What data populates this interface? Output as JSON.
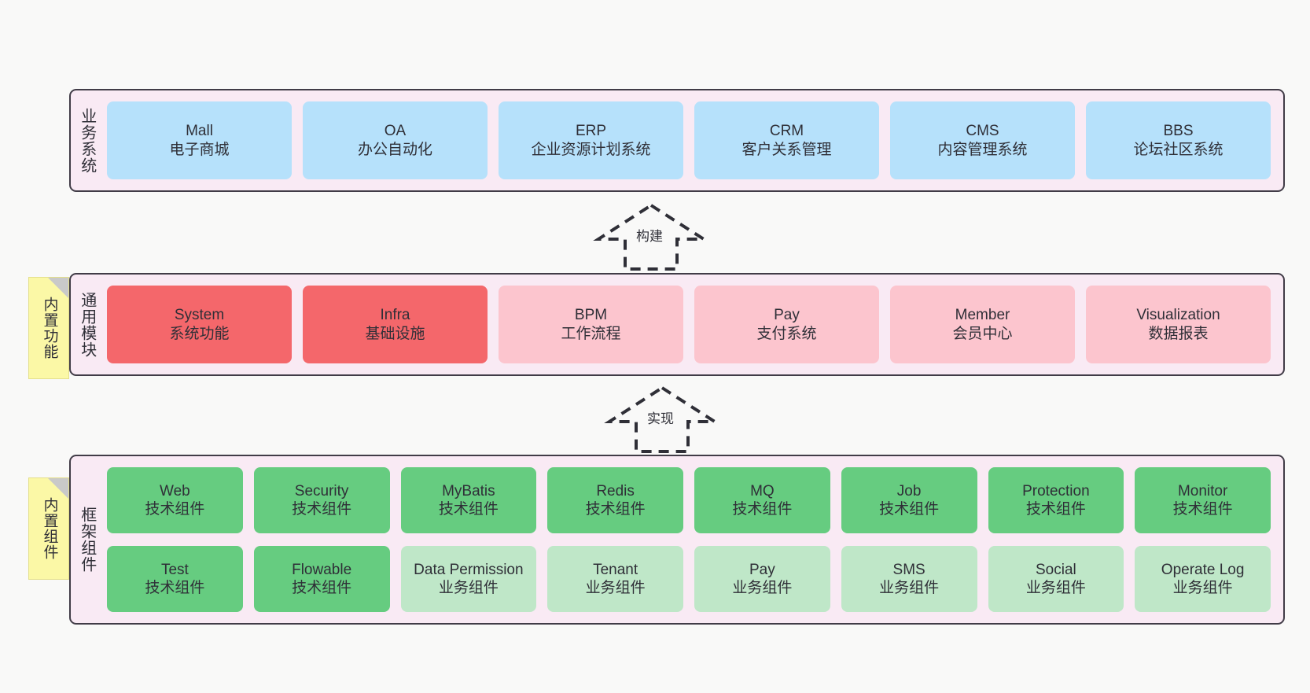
{
  "diagram": {
    "background_color": "#f9f9f8",
    "panel_background": "#f9eaf4",
    "panel_border": "#413c47"
  },
  "layers": [
    {
      "id": "business-system",
      "title": "业务系统",
      "rows": [
        [
          {
            "title": "Mall",
            "sub": "电子商城",
            "color": "#b6e1fb",
            "style": "c-blue"
          },
          {
            "title": "OA",
            "sub": "办公自动化",
            "color": "#b6e1fb",
            "style": "c-blue"
          },
          {
            "title": "ERP",
            "sub": "企业资源计划系统",
            "color": "#b6e1fb",
            "style": "c-blue"
          },
          {
            "title": "CRM",
            "sub": "客户关系管理",
            "color": "#b6e1fb",
            "style": "c-blue"
          },
          {
            "title": "CMS",
            "sub": "内容管理系统",
            "color": "#b6e1fb",
            "style": "c-blue"
          },
          {
            "title": "BBS",
            "sub": "论坛社区系统",
            "color": "#b6e1fb",
            "style": "c-blue"
          }
        ]
      ]
    },
    {
      "id": "common-module",
      "title": "通用模块",
      "note": "内置功能",
      "rows": [
        [
          {
            "title": "System",
            "sub": "系统功能",
            "color": "#f4676b",
            "style": "c-red"
          },
          {
            "title": "Infra",
            "sub": "基础设施",
            "color": "#f4676b",
            "style": "c-red"
          },
          {
            "title": "BPM",
            "sub": "工作流程",
            "color": "#fcc5ce",
            "style": "c-pink"
          },
          {
            "title": "Pay",
            "sub": "支付系统",
            "color": "#fcc5ce",
            "style": "c-pink"
          },
          {
            "title": "Member",
            "sub": "会员中心",
            "color": "#fcc5ce",
            "style": "c-pink"
          },
          {
            "title": "Visualization",
            "sub": "数据报表",
            "color": "#fcc5ce",
            "style": "c-pink"
          }
        ]
      ]
    },
    {
      "id": "framework-component",
      "title": "框架组件",
      "note": "内置组件",
      "rows": [
        [
          {
            "title": "Web",
            "sub": "技术组件",
            "color": "#66cc80",
            "style": "c-green"
          },
          {
            "title": "Security",
            "sub": "技术组件",
            "color": "#66cc80",
            "style": "c-green"
          },
          {
            "title": "MyBatis",
            "sub": "技术组件",
            "color": "#66cc80",
            "style": "c-green"
          },
          {
            "title": "Redis",
            "sub": "技术组件",
            "color": "#66cc80",
            "style": "c-green"
          },
          {
            "title": "MQ",
            "sub": "技术组件",
            "color": "#66cc80",
            "style": "c-green"
          },
          {
            "title": "Job",
            "sub": "技术组件",
            "color": "#66cc80",
            "style": "c-green"
          },
          {
            "title": "Protection",
            "sub": "技术组件",
            "color": "#66cc80",
            "style": "c-green"
          },
          {
            "title": "Monitor",
            "sub": "技术组件",
            "color": "#66cc80",
            "style": "c-green"
          }
        ],
        [
          {
            "title": "Test",
            "sub": "技术组件",
            "color": "#66cc80",
            "style": "c-green"
          },
          {
            "title": "Flowable",
            "sub": "技术组件",
            "color": "#66cc80",
            "style": "c-green"
          },
          {
            "title": "Data Permission",
            "sub": "业务组件",
            "color": "#bfe7c8",
            "style": "c-lightgreen",
            "wrap": true
          },
          {
            "title": "Tenant",
            "sub": "业务组件",
            "color": "#bfe7c8",
            "style": "c-lightgreen"
          },
          {
            "title": "Pay",
            "sub": "业务组件",
            "color": "#bfe7c8",
            "style": "c-lightgreen"
          },
          {
            "title": "SMS",
            "sub": "业务组件",
            "color": "#bfe7c8",
            "style": "c-lightgreen"
          },
          {
            "title": "Social",
            "sub": "业务组件",
            "color": "#bfe7c8",
            "style": "c-lightgreen"
          },
          {
            "title": "Operate Log",
            "sub": "业务组件",
            "color": "#bfe7c8",
            "style": "c-lightgreen"
          }
        ]
      ]
    }
  ],
  "connectors": [
    {
      "id": "build",
      "label": "构建",
      "style": "dashed-generalization"
    },
    {
      "id": "implement",
      "label": "实现",
      "style": "dashed-generalization"
    }
  ]
}
